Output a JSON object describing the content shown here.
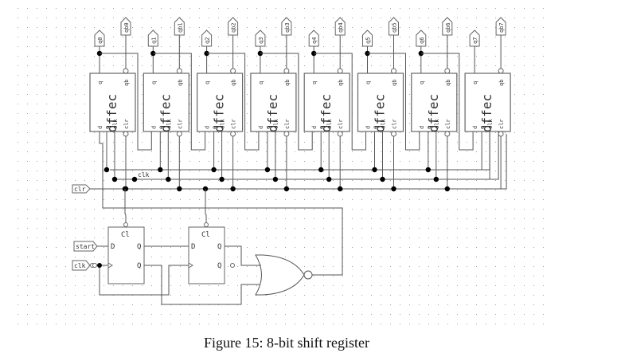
{
  "figure": {
    "caption": "Figure 15: 8-bit shift register",
    "colors": {
      "wire": "#555555",
      "box": "#666666",
      "dot": "#000000",
      "grid": "#a0a0a0",
      "text": "#333333"
    }
  },
  "register": {
    "cell_name": "dffec",
    "cell_pins": {
      "d": "d",
      "e": "e",
      "clk": "clk",
      "clr": "clr",
      "q": "q",
      "qb": "qb"
    },
    "stages": [
      {
        "q_label": "q0",
        "qb_label": "qb0"
      },
      {
        "q_label": "q1",
        "qb_label": "qb1"
      },
      {
        "q_label": "q2",
        "qb_label": "qb2"
      },
      {
        "q_label": "q3",
        "qb_label": "qb3"
      },
      {
        "q_label": "q4",
        "qb_label": "qb4"
      },
      {
        "q_label": "q5",
        "qb_label": "qb5"
      },
      {
        "q_label": "q6",
        "qb_label": "qb6"
      },
      {
        "q_label": "q7",
        "qb_label": "qb7"
      }
    ]
  },
  "buses": {
    "clk_label": "clk"
  },
  "inputs": {
    "clr": "clr",
    "start": "start",
    "clk": "clk"
  },
  "control": {
    "ff1": {
      "clear": "Cl",
      "d": "D",
      "q": "Q",
      "qn": "Q"
    },
    "ff2": {
      "clear": "Cl",
      "d": "D",
      "q": "Q",
      "qn": "Q"
    },
    "gate": "nor"
  }
}
